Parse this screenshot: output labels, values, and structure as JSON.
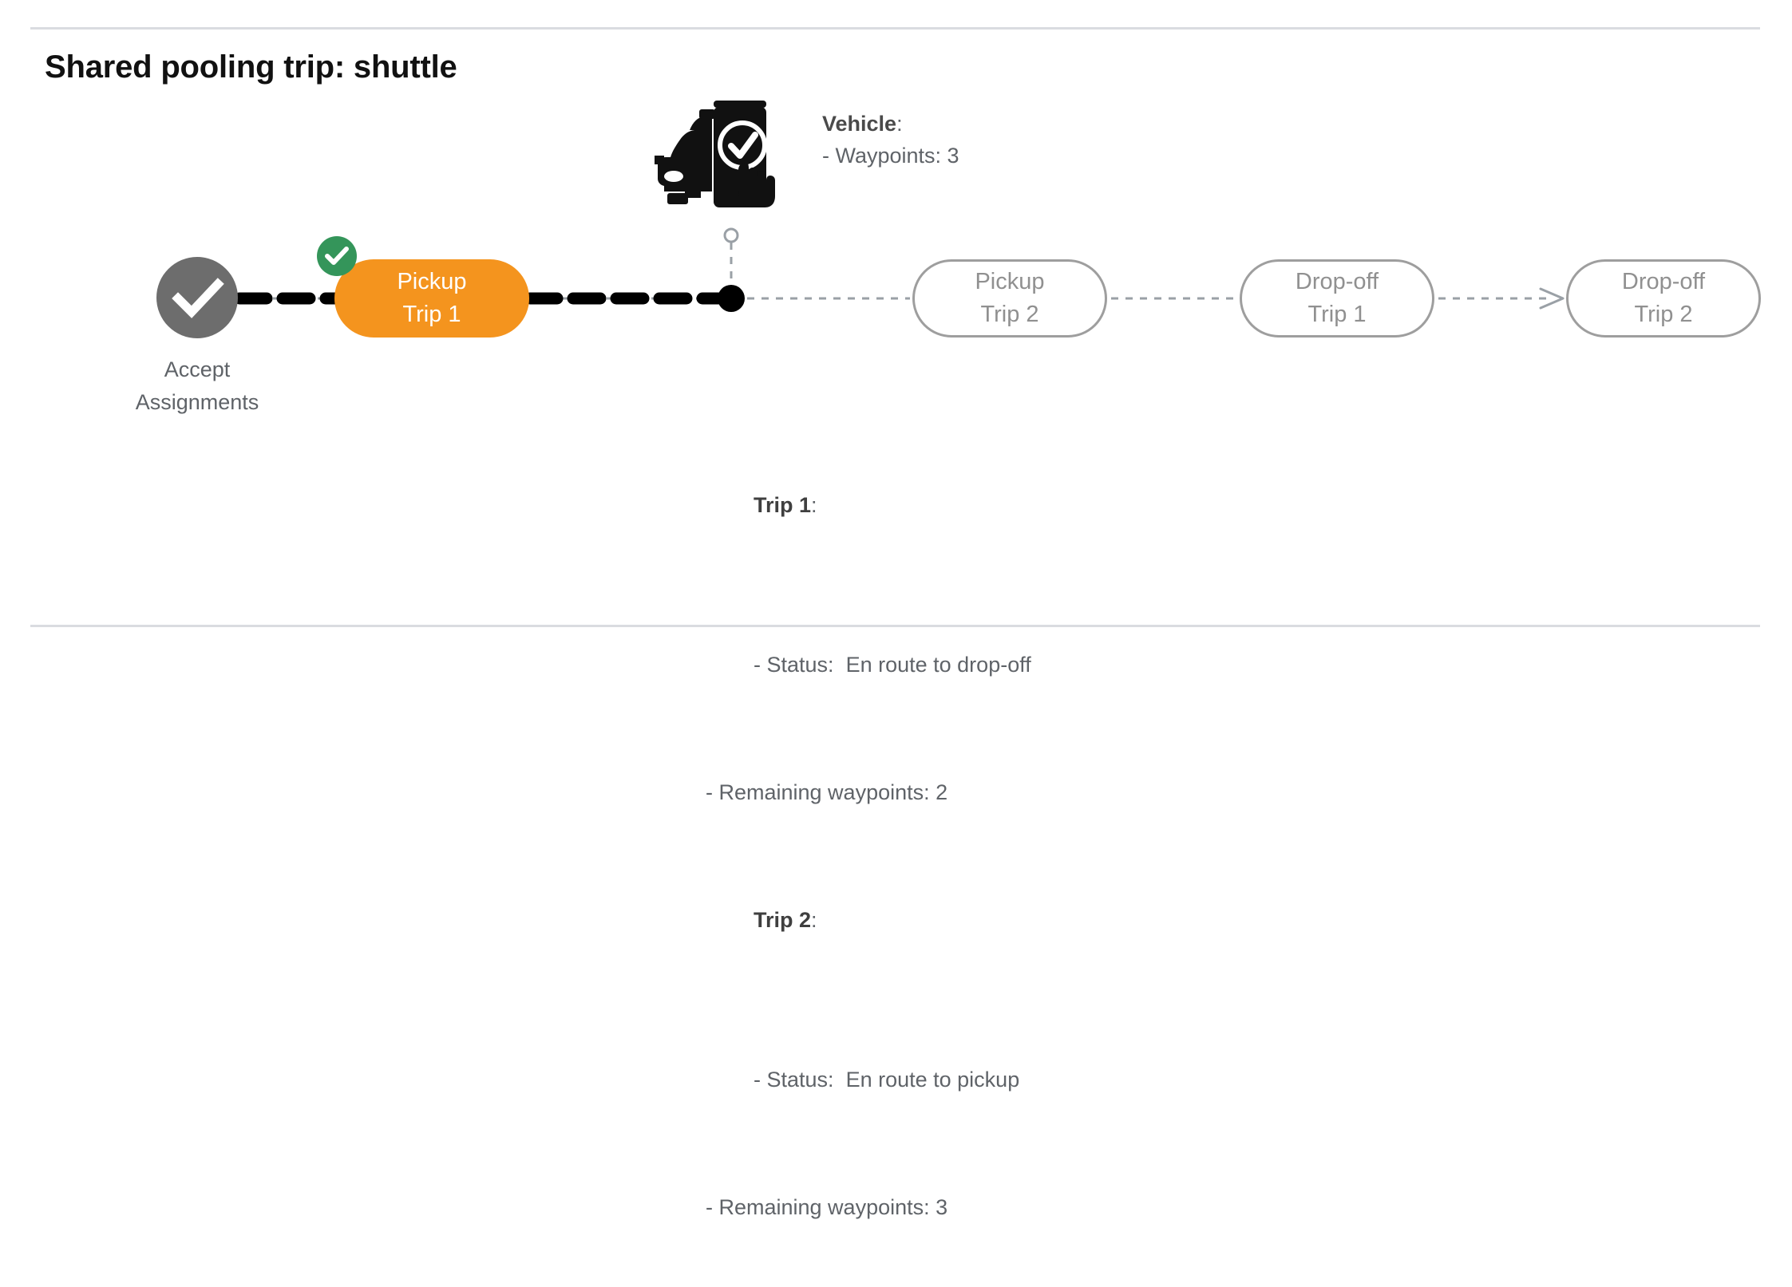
{
  "header": {
    "title": "Shared pooling trip: shuttle"
  },
  "diagram": {
    "start_node": {
      "icon": "check-circle-icon",
      "label": "Accept\nAssignments",
      "color": "#6d6d6d"
    },
    "active_step": {
      "label": "Pickup\nTrip 1",
      "badge_icon": "check-badge-icon",
      "fill_color": "#f4941e",
      "badge_color": "#34955a",
      "text_color": "#ffffff"
    },
    "upcoming_steps": [
      {
        "label": "Pickup\nTrip 2",
        "border_color": "#9e9e9e",
        "text_color": "#909090"
      },
      {
        "label": "Drop-off\nTrip 1",
        "border_color": "#9e9e9e",
        "text_color": "#909090"
      },
      {
        "label": "Drop-off\nTrip 2",
        "border_color": "#9e9e9e",
        "text_color": "#909090"
      }
    ],
    "vehicle_marker": {
      "icon": "vehicle-phone-check-icon",
      "position_dot": "filled-black-dot",
      "anchor": "hollow-gray-circle"
    },
    "path": {
      "traveled_color": "#000000",
      "upcoming_color": "#9aa0a6",
      "arrow_icon": "arrow-head-icon"
    }
  },
  "vehicle_note": {
    "title": "Vehicle",
    "title_suffix": ":",
    "lines": [
      "- Waypoints: 3"
    ]
  },
  "trips_note": {
    "trips": [
      {
        "title": "Trip 1",
        "title_suffix": ":",
        "status_label": "- Status:",
        "status_value": "En route to drop-off",
        "waypoints_line": "- Remaining waypoints: 2"
      },
      {
        "title": "Trip 2",
        "title_suffix": ":",
        "status_label": "- Status:",
        "status_value": "En route to pickup",
        "waypoints_line": "- Remaining waypoints: 3"
      }
    ]
  },
  "colors": {
    "rule": "#dadce0",
    "orange": "#f4941e",
    "green": "#34955a",
    "gray_node": "#6d6d6d",
    "gray_text": "#5f6368"
  }
}
